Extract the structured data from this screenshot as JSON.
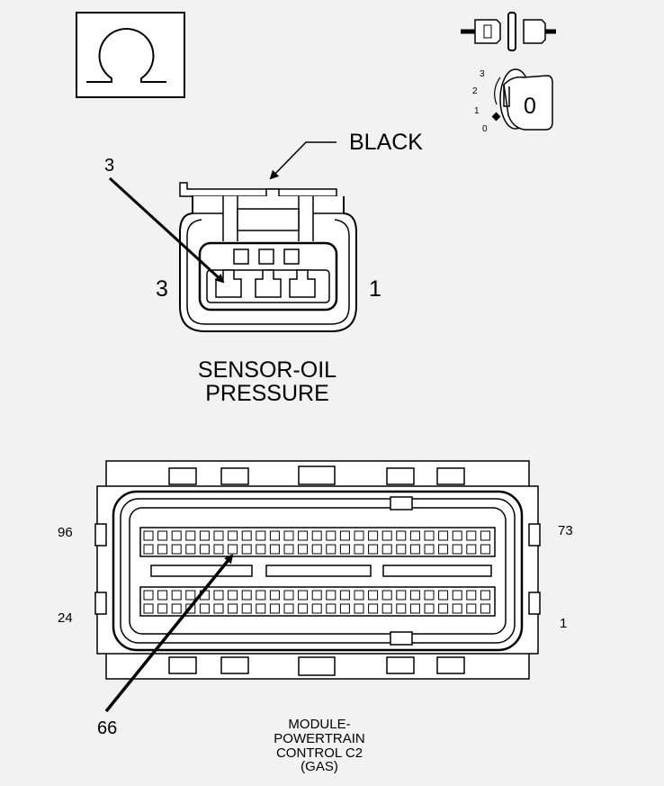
{
  "ohm_symbol": "Ω",
  "key_switch": {
    "position_labels": [
      "3",
      "2",
      "1",
      "0"
    ],
    "current_position": "0"
  },
  "sensor_connector": {
    "color_label": "BLACK",
    "callout_pin": "3",
    "left_pin": "3",
    "right_pin": "1",
    "title_lines": [
      "SENSOR-OIL",
      "PRESSURE"
    ]
  },
  "module_connector": {
    "pin_labels": {
      "top_left": "96",
      "bottom_left": "24",
      "top_right": "73",
      "bottom_right": "1"
    },
    "callout_pin": "66",
    "title_lines": [
      "MODULE-",
      "POWERTRAIN",
      "CONTROL C2",
      "(GAS)"
    ]
  }
}
